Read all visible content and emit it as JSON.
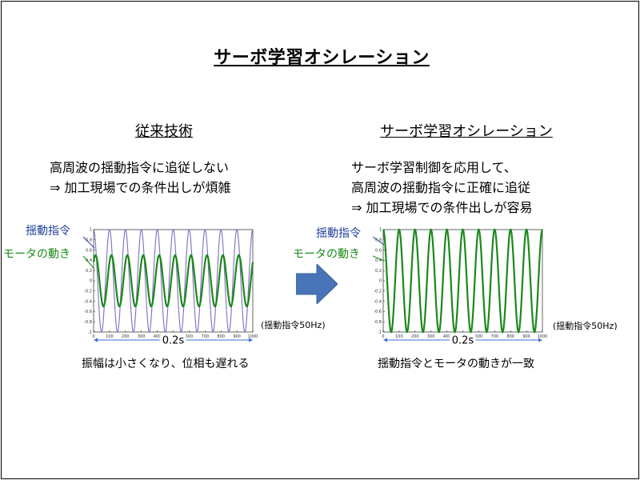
{
  "title": "サーボ学習オシレーション",
  "left": {
    "heading": "従来技術",
    "lines": [
      "高周波の揺動指令に追従しない",
      "⇒  加工現場での条件出しが煩雑"
    ],
    "legend_command": "揺動指令",
    "legend_motor": "モータの動き",
    "note": "(揺動指令50Hz)",
    "span_label": "0.2s",
    "caption": "振幅は小さくなり、位相も遅れる"
  },
  "right": {
    "heading": "サーボ学習オシレーション",
    "lines": [
      "サーボ学習制御を応用して、",
      "高周波の揺動指令に正確に追従",
      "⇒  加工現場での条件出しが容易"
    ],
    "legend_command": "揺動指令",
    "legend_motor": "モータの動き",
    "note": "(揺動指令50Hz)",
    "span_label": "0.2s",
    "caption": "揺動指令とモータの動きが一致"
  },
  "arrow_icon": "right-arrow-icon",
  "colors": {
    "command": "#7b6fc6",
    "motor": "#1a8a1a",
    "command_label": "#1f3f9a",
    "motor_label": "#1a8a1a",
    "arrow": "#4a74b8",
    "span": "#3a6fd0"
  },
  "chart_data": [
    {
      "type": "line",
      "x_range": [
        0,
        1000
      ],
      "ylim": [
        -1,
        1
      ],
      "x_ticks": [
        "0",
        "100",
        "200",
        "300",
        "400",
        "500",
        "600",
        "700",
        "800",
        "900",
        "1000"
      ],
      "y_ticks": [
        "1",
        "0.8",
        "0.6",
        "0.4",
        "0.2",
        "0",
        "-0.2",
        "-0.4",
        "-0.6",
        "-0.8",
        "-1"
      ],
      "series": [
        {
          "name": "揺動指令",
          "cycles": 10,
          "amplitude": 1.0,
          "phase_cycles": 0
        },
        {
          "name": "モータの動き",
          "cycles": 10,
          "amplitude": 0.5,
          "phase_cycles": 0.12
        }
      ]
    },
    {
      "type": "line",
      "x_range": [
        0,
        1000
      ],
      "ylim": [
        -1,
        1
      ],
      "x_ticks": [
        "0",
        "100",
        "200",
        "300",
        "400",
        "500",
        "600",
        "700",
        "800",
        "900",
        "1000"
      ],
      "y_ticks": [
        "1",
        "0.8",
        "0.6",
        "0.4",
        "0.2",
        "0",
        "-0.2",
        "-0.4",
        "-0.6",
        "-0.8",
        "-1"
      ],
      "series": [
        {
          "name": "揺動指令",
          "cycles": 10,
          "amplitude": 1.0,
          "phase_cycles": 0
        },
        {
          "name": "モータの動き",
          "cycles": 10,
          "amplitude": 1.0,
          "phase_cycles": 0
        }
      ]
    }
  ]
}
